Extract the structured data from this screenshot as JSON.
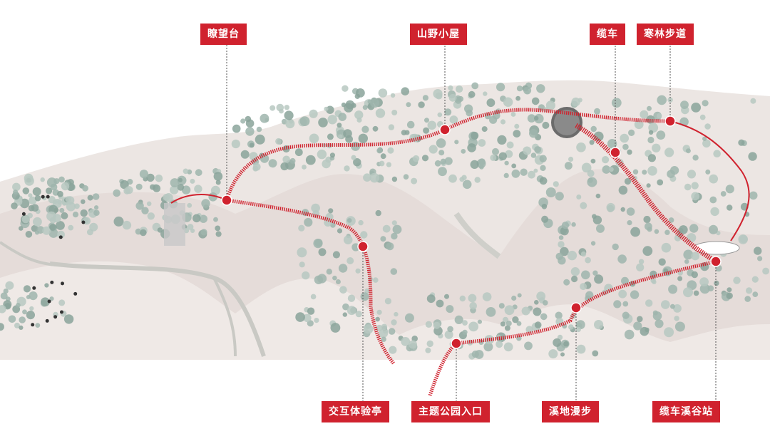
{
  "map": {
    "colors": {
      "route": "#d0222e",
      "label_bg": "#d0222e",
      "label_text": "#ffffff",
      "terrain": "#ece5e3",
      "tree": "#9fb5ad"
    },
    "labels": {
      "lookout": "瞭望台",
      "lodge": "山野小屋",
      "cable_car": "缆车",
      "forest_trail": "寒林步道",
      "interactive_pavilion": "交互体验亭",
      "park_entrance": "主题公园入口",
      "stream_walk": "溪地漫步",
      "valley_station": "缆车溪谷站"
    }
  }
}
